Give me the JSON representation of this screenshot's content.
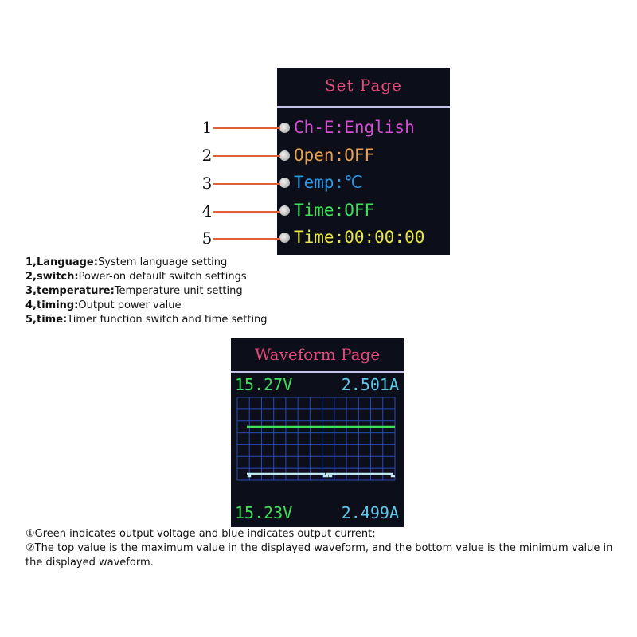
{
  "set_page": {
    "title": "Set Page",
    "rows": [
      {
        "text": "Ch-E:English",
        "color": "#d44fd1"
      },
      {
        "text": "Open:OFF",
        "color": "#e6a050"
      },
      {
        "text": "Temp:℃",
        "color": "#2f96e0"
      },
      {
        "text": "Time:OFF",
        "color": "#3ee05a"
      },
      {
        "text": "Time:00:00:00",
        "color": "#e6e64a"
      }
    ]
  },
  "callouts": [
    "1",
    "2",
    "3",
    "4",
    "5"
  ],
  "descriptions": [
    {
      "label": "1,Language:",
      "text": "System language setting"
    },
    {
      "label": "2,switch:",
      "text": "Power-on default switch settings"
    },
    {
      "label": "3,temperature:",
      "text": "Temperature unit setting"
    },
    {
      "label": "4,timing:",
      "text": "Output power value"
    },
    {
      "label": "5,time:",
      "text": "Timer function switch and time setting"
    }
  ],
  "waveform_page": {
    "title": "Waveform Page",
    "top_voltage": "15.27V",
    "top_current": "2.501A",
    "bottom_voltage": "15.23V",
    "bottom_current": "2.499A",
    "voltage_color": "#3ee05a",
    "current_color": "#5ec8ea"
  },
  "notes": [
    "①Green indicates output voltage and blue indicates output current;",
    "②The top value is the maximum value in the displayed waveform, and the bottom value is the minimum value in the displayed waveform."
  ]
}
